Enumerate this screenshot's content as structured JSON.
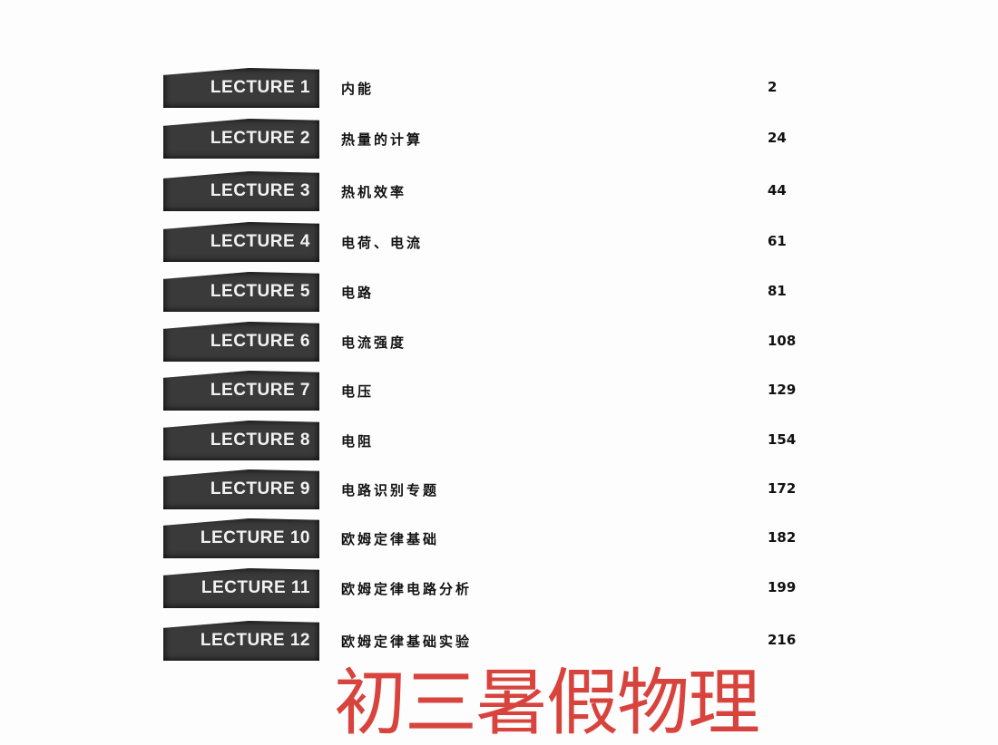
{
  "toc": [
    {
      "label": "LECTURE 1",
      "title": "内能",
      "page": "2"
    },
    {
      "label": "LECTURE 2",
      "title": "热量的计算",
      "page": "24"
    },
    {
      "label": "LECTURE 3",
      "title": "热机效率",
      "page": "44"
    },
    {
      "label": "LECTURE 4",
      "title": "电荷、电流",
      "page": "61"
    },
    {
      "label": "LECTURE 5",
      "title": "电路",
      "page": "81"
    },
    {
      "label": "LECTURE 6",
      "title": "电流强度",
      "page": "108"
    },
    {
      "label": "LECTURE 7",
      "title": "电压",
      "page": "129"
    },
    {
      "label": "LECTURE 8",
      "title": "电阻",
      "page": "154"
    },
    {
      "label": "LECTURE 9",
      "title": "电路识别专题",
      "page": "172"
    },
    {
      "label": "LECTURE 10",
      "title": "欧姆定律基础",
      "page": "182"
    },
    {
      "label": "LECTURE 11",
      "title": "欧姆定律电路分析",
      "page": "199"
    },
    {
      "label": "LECTURE 12",
      "title": "欧姆定律基础实验",
      "page": "216"
    }
  ],
  "watermark": "初三暑假物理",
  "colors": {
    "label_bg": "#3a3a3a",
    "watermark": "#d8433d"
  }
}
